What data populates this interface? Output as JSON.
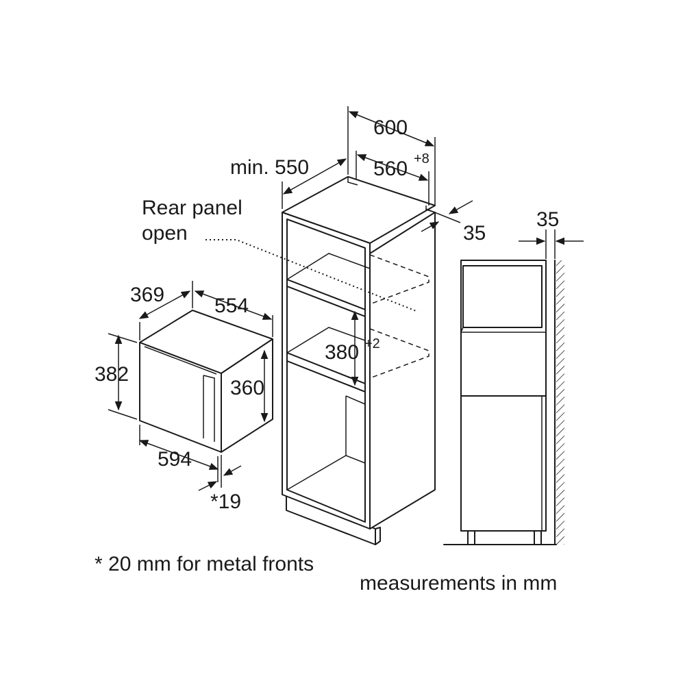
{
  "microwave": {
    "depth_label": "369",
    "width_label": "554",
    "height_label": "382",
    "inner_height_label": "360",
    "front_width_label": "594",
    "front_depth_label": "*19"
  },
  "cabinet": {
    "width_label": "600",
    "min_depth_label": "min. 550",
    "niche_width_label": "560",
    "niche_width_tolerance": "+8",
    "rear_gap_label": "35",
    "rear_panel_label_line1": "Rear panel",
    "rear_panel_label_line2": "open",
    "niche_height_label": "380",
    "niche_height_tolerance": "+2"
  },
  "side_view": {
    "wall_gap_label": "35"
  },
  "notes": {
    "footnote": "* 20 mm for metal fronts",
    "units": "measurements in mm"
  }
}
